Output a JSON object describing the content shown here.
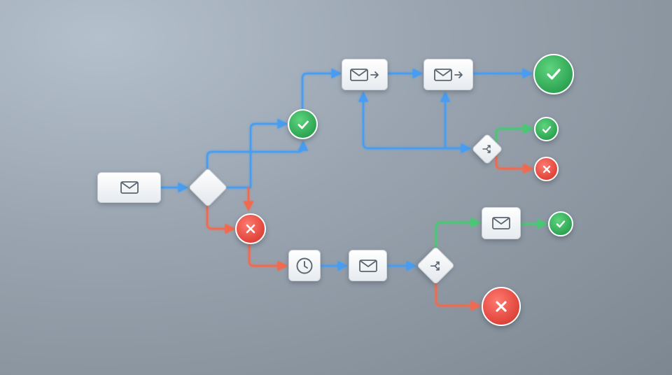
{
  "diagram": {
    "colors": {
      "flow_main": "#4a9df0",
      "flow_failure": "#f06a50",
      "flow_success": "#48c774",
      "success_node": "#2ea553",
      "failure_node": "#e0443a",
      "icon": "#5a6672"
    },
    "nodes": [
      {
        "id": "email-start",
        "kind": "card",
        "icon": "envelope-icon"
      },
      {
        "id": "decision-main",
        "kind": "diamond",
        "icon": "none"
      },
      {
        "id": "check-upper",
        "kind": "success",
        "icon": "check-icon"
      },
      {
        "id": "fail-main",
        "kind": "failure",
        "icon": "x-icon"
      },
      {
        "id": "send-email-1",
        "kind": "card",
        "icon": "envelope-send-icon"
      },
      {
        "id": "send-email-2",
        "kind": "card",
        "icon": "envelope-send-icon"
      },
      {
        "id": "success-final",
        "kind": "success",
        "icon": "check-icon"
      },
      {
        "id": "split-upper",
        "kind": "diamond",
        "icon": "split-icon"
      },
      {
        "id": "success-split-upper",
        "kind": "success",
        "icon": "check-icon"
      },
      {
        "id": "fail-split-upper",
        "kind": "failure",
        "icon": "x-icon"
      },
      {
        "id": "wait-timer",
        "kind": "card",
        "icon": "clock-icon"
      },
      {
        "id": "email-after-wait",
        "kind": "card",
        "icon": "envelope-icon"
      },
      {
        "id": "split-lower",
        "kind": "diamond",
        "icon": "split-icon"
      },
      {
        "id": "email-lower-branch",
        "kind": "card",
        "icon": "envelope-icon"
      },
      {
        "id": "success-lower",
        "kind": "success",
        "icon": "check-icon"
      },
      {
        "id": "fail-lower",
        "kind": "failure",
        "icon": "x-icon"
      }
    ]
  }
}
